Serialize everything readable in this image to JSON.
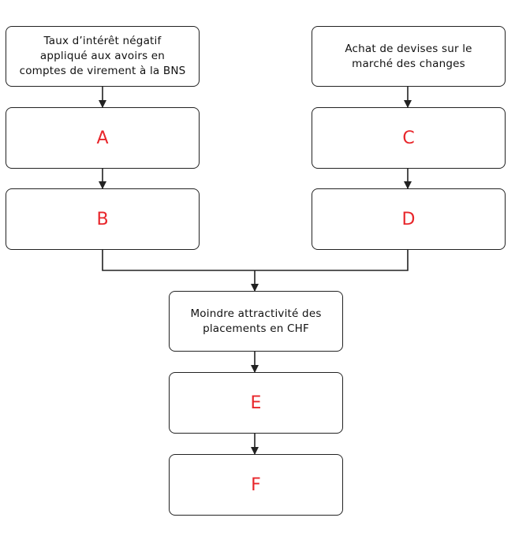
{
  "diagram": {
    "box_top_left": "Taux d’intérêt négatif\nappliqué aux avoirs en\ncomptes de virement à la BNS",
    "box_a": "A",
    "box_b": "B",
    "box_top_right": "Achat de devises sur le\nmarché des changes",
    "box_c": "C",
    "box_d": "D",
    "box_middle": "Moindre attractivité des\nplacements en CHF",
    "box_e": "E",
    "box_f": "F",
    "colors": {
      "placeholder_letter": "#e8262b",
      "lines": "#222222"
    }
  }
}
